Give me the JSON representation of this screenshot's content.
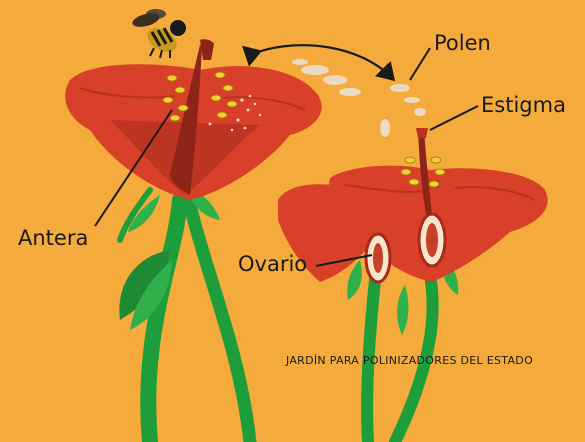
{
  "labels": {
    "polen": "Polen",
    "estigma": "Estigma",
    "antera": "Antera",
    "ovario": "Ovario"
  },
  "credit": "JARDÍN PARA POLINIZADORES DEL ESTADO",
  "colors": {
    "background": "#F5AA3C",
    "petal": "#D8402A",
    "petal_dark": "#A82A1C",
    "stem": "#1E9E3A",
    "anther": "#F2D22E"
  },
  "icons": [
    "bee-icon",
    "pollen-cloud-icon",
    "swap-arrow-icon"
  ]
}
